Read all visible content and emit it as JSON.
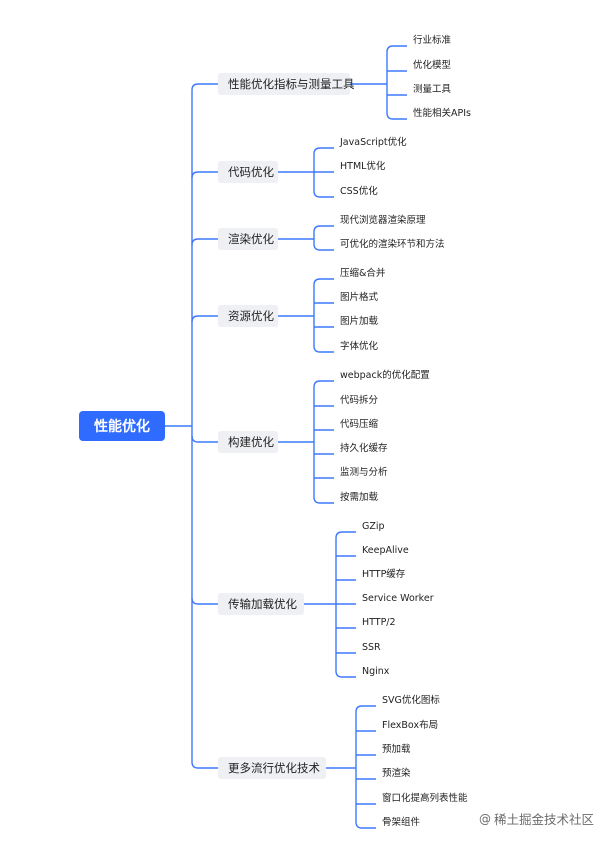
{
  "root": "性能优化",
  "branches": [
    {
      "label": "性能优化指标与测量工具",
      "items": [
        "行业标准",
        "优化模型",
        "测量工具",
        "性能相关APIs"
      ]
    },
    {
      "label": "代码优化",
      "items": [
        "JavaScript优化",
        "HTML优化",
        "CSS优化"
      ]
    },
    {
      "label": "渲染优化",
      "items": [
        "现代浏览器渲染原理",
        "可优化的渲染环节和方法"
      ]
    },
    {
      "label": "资源优化",
      "items": [
        "压缩&合并",
        "图片格式",
        "图片加载",
        "字体优化"
      ]
    },
    {
      "label": "构建优化",
      "items": [
        "webpack的优化配置",
        "代码拆分",
        "代码压缩",
        "持久化缓存",
        "监测与分析",
        "按需加载"
      ]
    },
    {
      "label": "传输加载优化",
      "items": [
        "GZip",
        "KeepAlive",
        "HTTP缓存",
        "Service Worker",
        "HTTP/2",
        "SSR",
        "Nginx"
      ]
    },
    {
      "label": "更多流行优化技术",
      "items": [
        "SVG优化图标",
        "FlexBox布局",
        "预加载",
        "预渲染",
        "窗口化提高列表性能",
        "骨架组件"
      ]
    }
  ],
  "footer": "稀土掘金技术社区",
  "colors": {
    "accent": "#2f6bff",
    "line": "#3d78ff",
    "node_bg": "#eef0f3"
  }
}
